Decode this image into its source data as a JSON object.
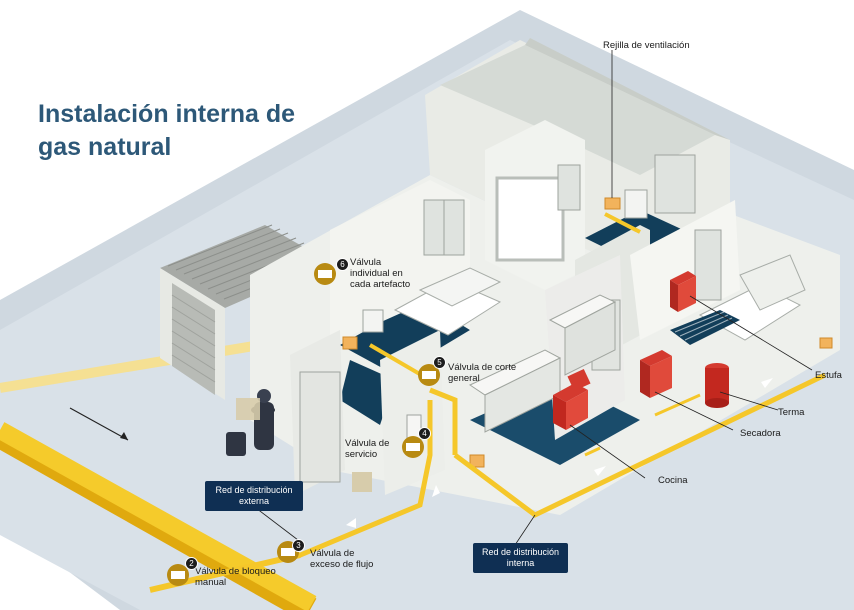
{
  "title": "Instalación interna de gas natural",
  "labels": {
    "rejilla": "Rejilla de ventilación",
    "valvula_individual": "Válvula individual en cada artefacto",
    "valvula_corte": "Válvula de corte general",
    "valvula_servicio": "Válvula de servicio",
    "valvula_bloqueo": "Válvula de bloqueo manual",
    "valvula_exceso": "Válvula de exceso de flujo",
    "estufa": "Estufa",
    "terma": "Terma",
    "secadora": "Secadora",
    "cocina": "Cocina",
    "red_externa": "Red de distribución externa",
    "red_interna": "Red de distribución interna"
  },
  "numbers": {
    "n2": "2",
    "n3": "3",
    "n4": "4",
    "n5": "5",
    "n6": "6"
  },
  "colors": {
    "title": "#2d5878",
    "pipe": "#f2c21b",
    "badge": "#0f2f53",
    "floor": "#123e5a",
    "wall": "#eef0ec",
    "ground": "#c9d3dc"
  }
}
